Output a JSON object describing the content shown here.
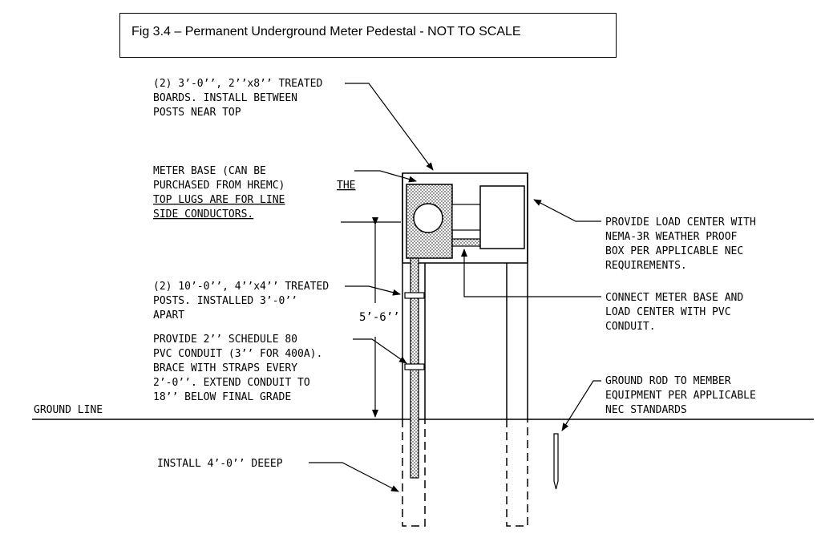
{
  "figure": {
    "title": "Fig 3.4 – Permanent Underground Meter Pedestal - NOT TO SCALE"
  },
  "labels": {
    "boards": [
      "(2) 3’-0’’, 2’’x8’’ TREATED",
      "BOARDS. INSTALL BETWEEN",
      "POSTS NEAR TOP"
    ],
    "meter_base": [
      "METER BASE (CAN BE",
      "PURCHASED FROM HREMC)"
    ],
    "meter_base_underlined": [
      "THE",
      "TOP LUGS ARE FOR LINE",
      "SIDE CONDUCTORS."
    ],
    "posts": [
      "(2) 10’-0’’, 4’’x4’’ TREATED",
      "POSTS. INSTALLED 3’-0’’",
      "APART"
    ],
    "conduit": [
      "PROVIDE 2’’ SCHEDULE 80",
      "PVC CONDUIT (3’’ FOR 400A).",
      "BRACE WITH STRAPS EVERY",
      "2’-0’’. EXTEND CONDUIT TO",
      "18’’ BELOW FINAL GRADE"
    ],
    "ground_line": "GROUND LINE",
    "install_depth": "INSTALL 4’-0’’ DEEEP",
    "load_center": [
      "PROVIDE LOAD CENTER WITH",
      "NEMA-3R WEATHER PROOF",
      "BOX PER APPLICABLE NEC",
      "REQUIREMENTS."
    ],
    "connect": [
      "CONNECT METER BASE AND",
      "LOAD CENTER WITH PVC",
      "CONDUIT."
    ],
    "ground_rod": [
      "GROUND ROD TO MEMBER",
      "EQUIPMENT PER APPLICABLE",
      "NEC STANDARDS"
    ],
    "dimension": "5’-6’’"
  }
}
